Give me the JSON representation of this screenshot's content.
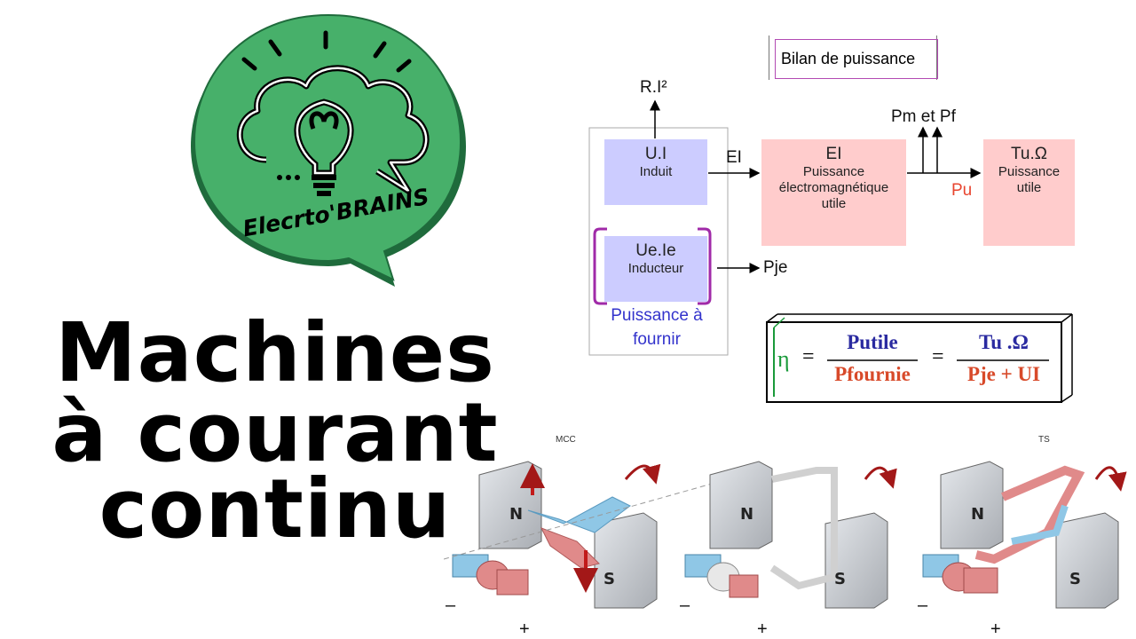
{
  "logo": {
    "text": "Elecrto'BRAINS",
    "colors": {
      "fill": "#47b06a",
      "dark": "#1f6b3c",
      "outline": "#000000"
    }
  },
  "title": {
    "lines": [
      "Machines",
      "à courant",
      "continu"
    ]
  },
  "bilan": {
    "title": "Bilan de puissance",
    "induit": {
      "main": "U.I",
      "sub": "Induit"
    },
    "inducteur": {
      "main": "Ue.Ie",
      "sub": "Inducteur"
    },
    "em": {
      "main": "EI",
      "sub": [
        "Puissance",
        "électromagnétique",
        "utile"
      ]
    },
    "utile": {
      "main": "Tu.Ω",
      "sub": [
        "Puissance",
        "utile"
      ]
    },
    "fournir": [
      "Puissance à",
      "fournir"
    ],
    "ri2": "R.I²",
    "ei_arrow": "EI",
    "pje": "Pje",
    "pm_pf": "Pm et Pf",
    "pu": "Pu",
    "colors": {
      "blue_box": "#ccccff",
      "pink_box": "#ffcccc",
      "purple": "#a02aa8",
      "red_text": "#e8452f",
      "blue_text": "#3333cc"
    }
  },
  "formula": {
    "eta": "η",
    "eq1": "=",
    "eq2": "=",
    "num1": "Putile",
    "den1": "Pfournie",
    "num2": "Tu .Ω",
    "den2": "Pje + UI",
    "colors": {
      "eta": "#1a9a3a",
      "numerator": "#2a2aa0",
      "denominator": "#d84a2a"
    }
  },
  "machines": {
    "labels": [
      "MCC",
      "TS"
    ],
    "pole_n": "N",
    "pole_s": "S",
    "minus": "–",
    "plus": "+",
    "colors": {
      "coil_red": "#e08a8a",
      "coil_blue": "#8fc7e6",
      "magnet": "#c8ccd2",
      "rotation": "#a31818"
    }
  }
}
